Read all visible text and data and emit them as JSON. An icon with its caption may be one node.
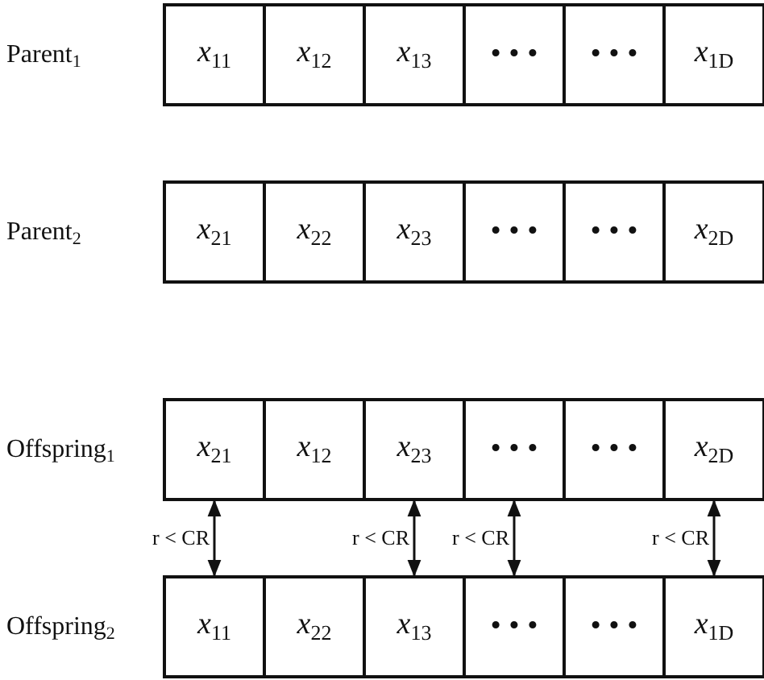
{
  "diagram": {
    "nodes": [
      {
        "text": [
          "*x*$_{11}$"
        ]
      },
      {
        "text": [
          "*x*$_{12}$"
        ]
      },
      {
        "text": [
          "*x*$_{13}$"
        ]
      },
      {
        "text": [
          "• • •"
        ]
      },
      {
        "text": [
          "• • •"
        ]
      },
      {
        "text": [
          "*x*$_{1D}$"
        ]
      },
      {
        "text": [
          "*x*$_{21}$"
        ]
      },
      {
        "text": [
          "*x*$_{22}$"
        ]
      },
      {
        "text": [
          "*x*$_{23}$"
        ]
      },
      {
        "text": [
          "• • •"
        ]
      },
      {
        "text": [
          "• • •"
        ]
      },
      {
        "text": [
          "*x*$_{2D}$"
        ]
      },
      {
        "text": [
          "*x*$_{21}$"
        ]
      },
      {
        "text": [
          "*x*$_{12}$"
        ]
      },
      {
        "text": [
          "*x*$_{23}$"
        ]
      },
      {
        "text": [
          "• • •"
        ]
      },
      {
        "text": [
          "• • •"
        ]
      },
      {
        "text": [
          "*x*$_{2D}$"
        ]
      },
      {
        "text": [
          "*x*$_{11}$"
        ]
      },
      {
        "text": [
          "*x*$_{22}$"
        ]
      },
      {
        "text": [
          "*x*$_{13}$"
        ]
      },
      {
        "text": [
          "• • •"
        ]
      },
      {
        "text": [
          "• • •"
        ]
      },
      {
        "text": [
          "*x*$_{1D}$"
        ]
      }
    ],
    "edges": [
      {
        "from": 12,
        "to": 18,
        "arrow": "both",
        "label": "r < CR"
      },
      {
        "from": 14,
        "to": 20,
        "arrow": "both",
        "label": "r < CR"
      },
      {
        "from": 15,
        "to": 21,
        "arrow": "both",
        "label": "r < CR"
      },
      {
        "from": 17,
        "to": 23,
        "arrow": "both",
        "label": "r < CR"
      }
    ],
    "labels": [
      "Parent$_{1}$",
      "Parent$_{2}$",
      "Offspring$_{1}$",
      "Offspring$_{2}$"
    ]
  }
}
